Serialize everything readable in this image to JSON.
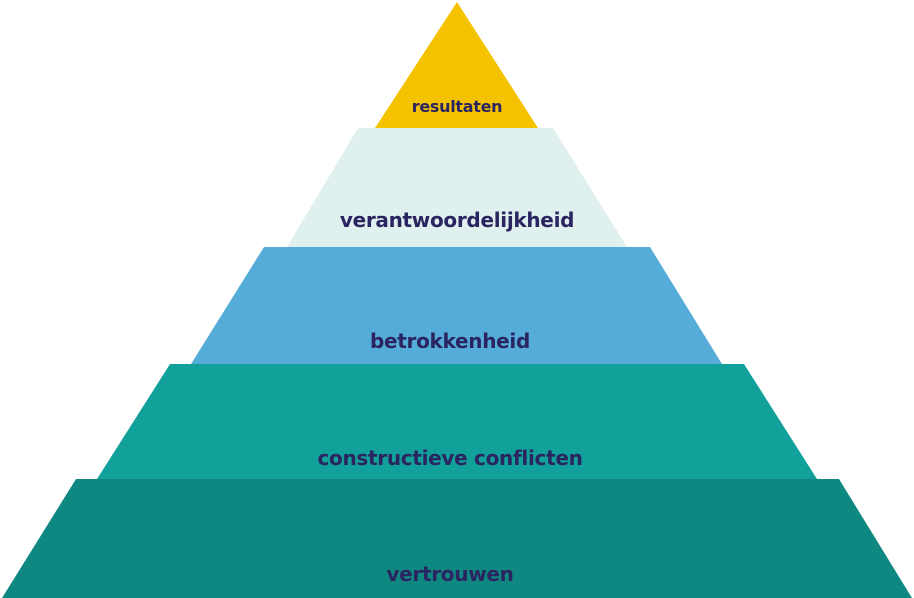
{
  "pyramid": {
    "levels": [
      {
        "label": "resultaten",
        "color": "#f5c200"
      },
      {
        "label": "verantwoordelijkheid",
        "color": "#dff0ee"
      },
      {
        "label": "betrokkenheid",
        "color": "#56acd8"
      },
      {
        "label": "constructieve conflicten",
        "color": "#12a09a"
      },
      {
        "label": "vertrouwen",
        "color": "#108882"
      }
    ]
  }
}
